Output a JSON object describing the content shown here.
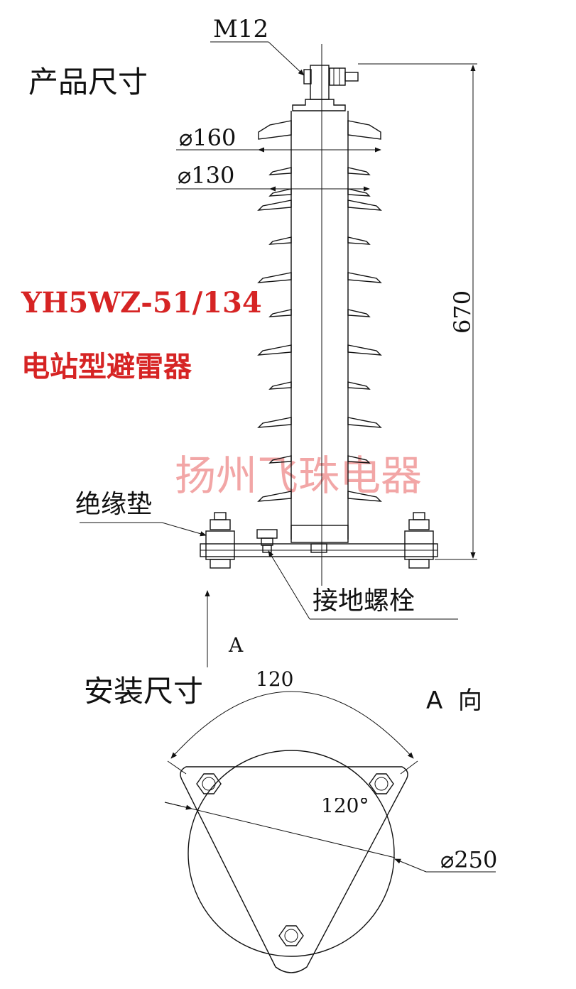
{
  "drawing": {
    "section_product": "产品尺寸",
    "section_install": "安装尺寸",
    "thread_label": "M12",
    "dia_top": "⌀160",
    "dia_shed": "⌀130",
    "height_label": "670",
    "model": "YH5WZ-51/134",
    "model_desc": "电站型避雷器",
    "watermark": "扬州飞珠电器",
    "insulation_pad": "绝缘垫",
    "ground_bolt": "接地螺栓",
    "view_arrow": "A",
    "view_title": "A  向",
    "hole_spacing": "120",
    "angle_label": "120°",
    "dia_mount": "⌀250"
  },
  "colors": {
    "line": "#111111",
    "model_text": "#d62424",
    "watermark": "#f2a6a6"
  }
}
